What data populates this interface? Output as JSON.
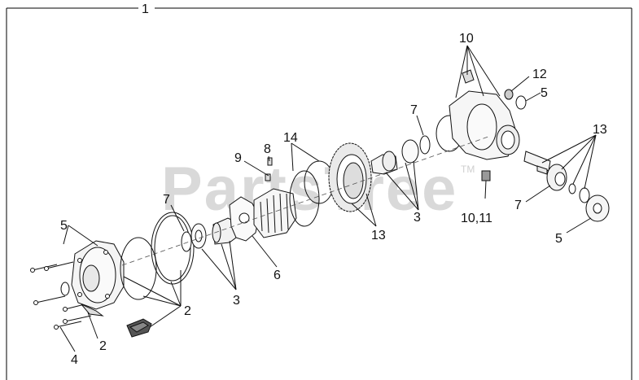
{
  "frame": {
    "number": "1"
  },
  "watermark": {
    "text": "PartsTree",
    "trademark": "TM"
  },
  "callouts": [
    {
      "id": "c-2-a",
      "text": "2"
    },
    {
      "id": "c-2-b",
      "text": "2"
    },
    {
      "id": "c-3-a",
      "text": "3"
    },
    {
      "id": "c-3-b",
      "text": "3"
    },
    {
      "id": "c-4",
      "text": "4"
    },
    {
      "id": "c-5-a",
      "text": "5"
    },
    {
      "id": "c-5-b",
      "text": "5"
    },
    {
      "id": "c-5-c",
      "text": "5"
    },
    {
      "id": "c-6",
      "text": "6"
    },
    {
      "id": "c-7-a",
      "text": "7"
    },
    {
      "id": "c-7-b",
      "text": "7"
    },
    {
      "id": "c-7-c",
      "text": "7"
    },
    {
      "id": "c-8",
      "text": "8"
    },
    {
      "id": "c-9",
      "text": "9"
    },
    {
      "id": "c-10",
      "text": "10"
    },
    {
      "id": "c-10-11",
      "text": "10,11"
    },
    {
      "id": "c-12",
      "text": "12"
    },
    {
      "id": "c-13-a",
      "text": "13"
    },
    {
      "id": "c-13-b",
      "text": "13"
    },
    {
      "id": "c-14",
      "text": "14"
    }
  ]
}
